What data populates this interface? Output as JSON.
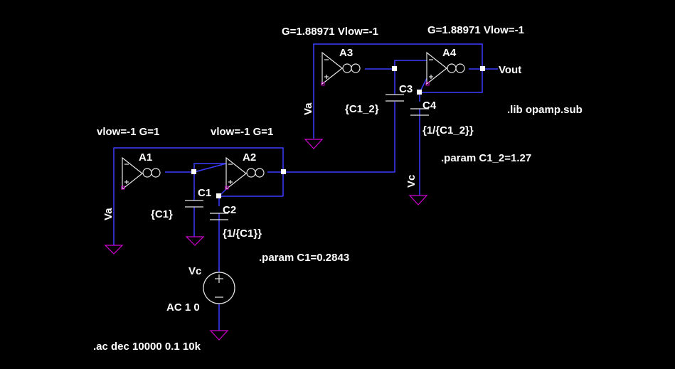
{
  "components": {
    "A1": {
      "name": "A1",
      "params": "vlow=-1 G=1"
    },
    "A2": {
      "name": "A2",
      "params": "vlow=-1 G=1"
    },
    "A3": {
      "name": "A3",
      "params": "G=1.88971 Vlow=-1"
    },
    "A4": {
      "name": "A4",
      "params": "G=1.88971 Vlow=-1"
    },
    "C1": {
      "name": "C1",
      "value": "{C1}"
    },
    "C2": {
      "name": "C2",
      "value": "{1/{C1}}"
    },
    "C3": {
      "name": "C3",
      "value": "{C1_2}"
    },
    "C4": {
      "name": "C4",
      "value": "{1/{C1_2}}"
    },
    "V1": {
      "name": "Vc",
      "value": "AC 1 0"
    }
  },
  "net_labels": {
    "va_1": "Va",
    "va_2": "Va",
    "vc_1": "Vc",
    "vout": "Vout"
  },
  "directives": {
    "lib": ".lib opamp.sub",
    "param_c12": ".param C1_2=1.27",
    "param_c1": ".param C1=0.2843",
    "ac": ".ac dec 10000 0.1 10k"
  },
  "colors": {
    "background": "#000000",
    "wire": "#3c3cff",
    "component": "#e6e6e6",
    "ground": "#d000d0",
    "text": "#ffffff"
  }
}
